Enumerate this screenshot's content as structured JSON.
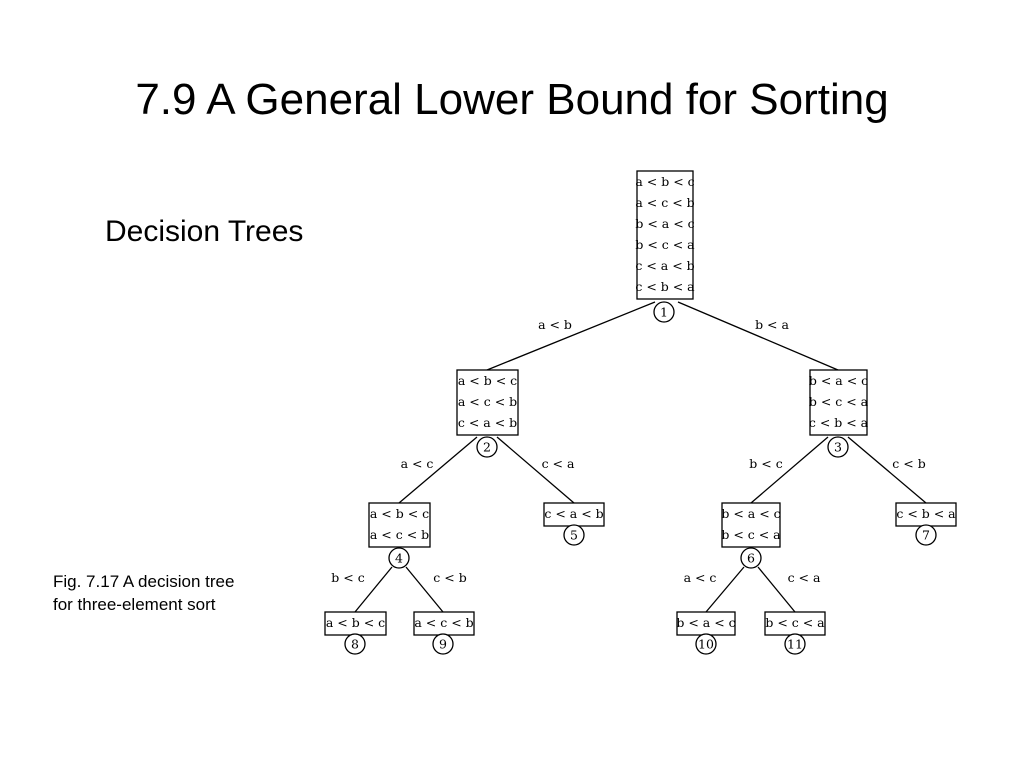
{
  "title": "7.9 A General Lower Bound for Sorting",
  "subtitle": "Decision Trees",
  "caption": {
    "line1": "Fig. 7.17 A decision tree",
    "line2": "for three-element sort"
  },
  "tree": {
    "nodes": [
      {
        "id": "1",
        "label": "1",
        "orderings": [
          "a < b < c",
          "a < c < b",
          "b < a < c",
          "b < c < a",
          "c < a < b",
          "c < b < a"
        ]
      },
      {
        "id": "2",
        "label": "2",
        "orderings": [
          "a < b < c",
          "a < c < b",
          "c < a < b"
        ]
      },
      {
        "id": "3",
        "label": "3",
        "orderings": [
          "b < a < c",
          "b < c < a",
          "c < b < a"
        ]
      },
      {
        "id": "4",
        "label": "4",
        "orderings": [
          "a < b < c",
          "a < c < b"
        ]
      },
      {
        "id": "5",
        "label": "5",
        "orderings": [
          "c < a < b"
        ]
      },
      {
        "id": "6",
        "label": "6",
        "orderings": [
          "b < a < c",
          "b < c < a"
        ]
      },
      {
        "id": "7",
        "label": "7",
        "orderings": [
          "c < b < a"
        ]
      },
      {
        "id": "8",
        "label": "8",
        "orderings": [
          "a < b < c"
        ]
      },
      {
        "id": "9",
        "label": "9",
        "orderings": [
          "a < c < b"
        ]
      },
      {
        "id": "10",
        "label": "10",
        "orderings": [
          "b < a < c"
        ]
      },
      {
        "id": "11",
        "label": "11",
        "orderings": [
          "b < c < a"
        ]
      }
    ],
    "edges": [
      {
        "from": "1",
        "to": "2",
        "label": "a < b"
      },
      {
        "from": "1",
        "to": "3",
        "label": "b < a"
      },
      {
        "from": "2",
        "to": "4",
        "label": "a < c"
      },
      {
        "from": "2",
        "to": "5",
        "label": "c < a"
      },
      {
        "from": "3",
        "to": "6",
        "label": "b < c"
      },
      {
        "from": "3",
        "to": "7",
        "label": "c < b"
      },
      {
        "from": "4",
        "to": "8",
        "label": "b < c"
      },
      {
        "from": "4",
        "to": "9",
        "label": "c < b"
      },
      {
        "from": "6",
        "to": "10",
        "label": "a < c"
      },
      {
        "from": "6",
        "to": "11",
        "label": "c < a"
      }
    ]
  }
}
